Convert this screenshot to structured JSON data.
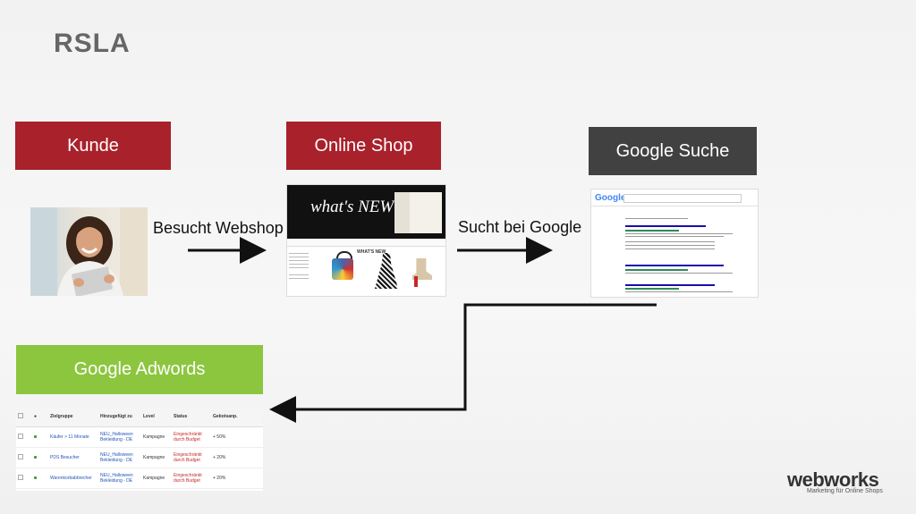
{
  "slide": {
    "title": "RSLA"
  },
  "nodes": {
    "kunde": "Kunde",
    "online_shop": "Online Shop",
    "google_suche": "Google Suche",
    "google_adwords": "Google Adwords"
  },
  "edges": {
    "visit": "Besucht Webshop",
    "search": "Sucht bei Google"
  },
  "shop_screenshot": {
    "banner": "what's NEW",
    "brand": "WHAT'S NEW"
  },
  "serp_screenshot": {
    "logo": "Google"
  },
  "adwords_table": {
    "headers": [
      "",
      "●",
      "Zielgruppe",
      "Hinzugefügt zu",
      "Level",
      "Status",
      "Gebotsanp."
    ],
    "rows": [
      [
        "",
        "",
        "Käufer > 11 Monate",
        "NEU_Halloween Bekleidung - DE",
        "Kampagne",
        "Eingeschränkt durch Budget",
        "+ 50%"
      ],
      [
        "",
        "",
        "PDS Besucher",
        "NEU_Halloween Bekleidung - DE",
        "Kampagne",
        "Eingeschränkt durch Budget",
        "+ 20%"
      ],
      [
        "",
        "",
        "Warenkorbabbrecher",
        "NEU_Halloween Bekleidung - DE",
        "Kampagne",
        "Eingeschränkt durch Budget",
        "+ 20%"
      ]
    ]
  },
  "brand_logo": {
    "name": "webworks",
    "tagline": "Marketing für Online Shops"
  },
  "colors": {
    "red": "#a8212b",
    "dark": "#414141",
    "green": "#8cc63f"
  }
}
